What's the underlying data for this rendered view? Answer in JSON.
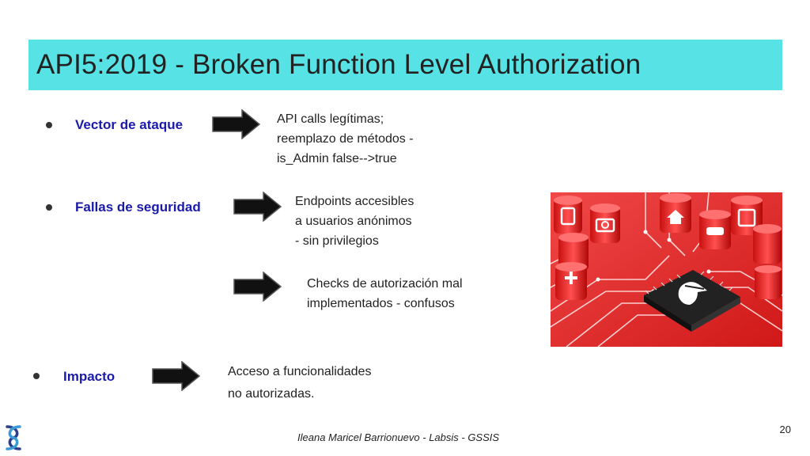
{
  "slide": {
    "title": "API5:2019 - Broken Function Level Authorization",
    "items": [
      {
        "label": "Vector de ataque",
        "text": "API calls legítimas;\nreemplazo de métodos -\nis_Admin false-->true"
      },
      {
        "label": "Fallas de seguridad",
        "text": "Endpoints accesibles\na usuarios anónimos\n- sin privilegios"
      },
      {
        "label": "",
        "text": "Checks de autorización mal\nimplementados - confusos"
      },
      {
        "label": "Impacto",
        "text": "Acceso a funcionalidades\nno autorizadas."
      }
    ],
    "footer": "Ileana Maricel Barrionuevo - Labsis - GSSIS",
    "page_number": "20"
  },
  "colors": {
    "title_bar": "#57e3e6",
    "label": "#1a1aaa",
    "circuit_red": "#e32626"
  },
  "icons": {
    "arrow": "right-arrow-icon",
    "logo": "labsis-logo-icon",
    "illustration": "circuit-board-hacker-icon"
  }
}
